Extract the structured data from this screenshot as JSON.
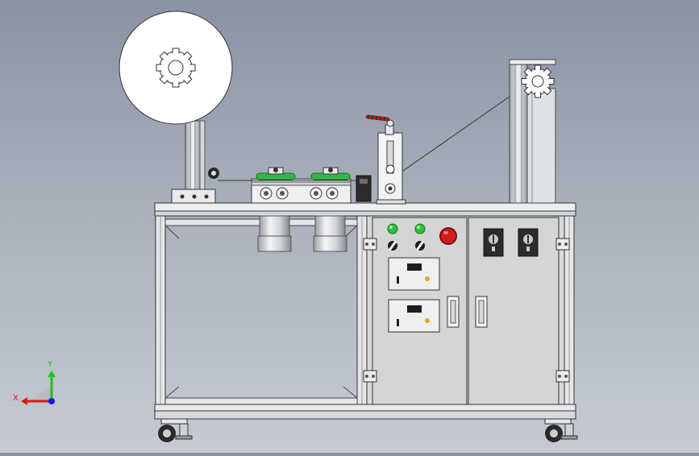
{
  "window": {
    "width": 867,
    "height": 562
  },
  "triad": {
    "x_label": "X",
    "y_label": "Y"
  },
  "colors": {
    "background_top": "#8a93a4",
    "background_bottom": "#c6cbd3",
    "frame": "#e6e8ea",
    "panel": "#d9dcdc",
    "pilot_green": "#27c23a",
    "estop_red": "#d21d1d",
    "axis_x": "#e01818",
    "axis_y": "#1fbf1f",
    "axis_z": "#1818e0",
    "guide_roller_green": "#31b84a"
  },
  "icons": {
    "reel": "sprocket-icon",
    "emergency_stop": "emergency-stop-icon",
    "indicator": "pilot-light-icon",
    "selector": "selector-switch-icon",
    "outlet": "power-outlet-icon",
    "caster": "caster-wheel-icon"
  }
}
